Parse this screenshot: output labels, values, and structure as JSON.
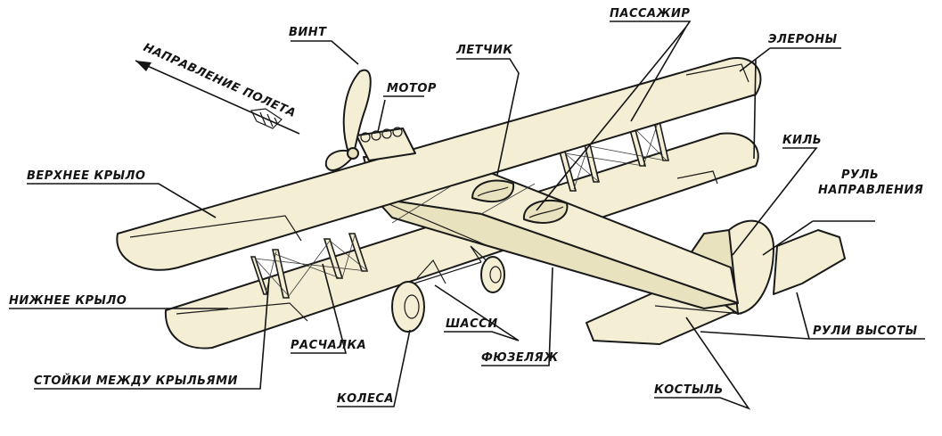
{
  "labels": {
    "propeller": "ВИНТ",
    "flight_direction": "НАПРАВЛЕНИЕ ПОЛЕТА",
    "motor": "МОТОР",
    "pilot": "ЛЕТЧИК",
    "passenger": "ПАССАЖИР",
    "ailerons": "ЭЛЕРОНЫ",
    "fin": "КИЛЬ",
    "rudder_line1": "РУЛЬ",
    "rudder_line2": "НАПРАВЛЕНИЯ",
    "upper_wing": "ВЕРХНЕЕ КРЫЛО",
    "lower_wing": "НИЖНЕЕ КРЫЛО",
    "bracing_wire": "РАСЧАЛКА",
    "undercarriage": "ШАССИ",
    "fuselage": "ФЮЗЕЛЯЖ",
    "elevators": "РУЛИ ВЫСОТЫ",
    "interplane_struts": "СТОЙКИ МЕЖДУ КРЫЛЬЯМИ",
    "wheels": "КОЛЕСА",
    "tail_skid": "КОСТЫЛЬ"
  },
  "colors": {
    "paper": "#ffffff",
    "airframe": "#f4efd4",
    "ink": "#1a1a1a"
  }
}
